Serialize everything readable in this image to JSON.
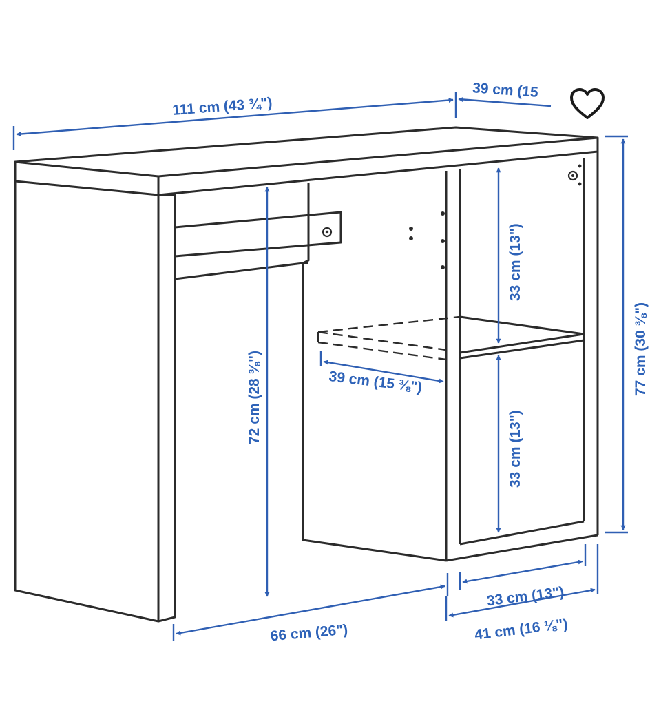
{
  "dimensions": {
    "width_total": "111 cm (43 ¾\")",
    "depth_top": "39 cm (15",
    "height_total": "77 cm (30 ⅜\")",
    "knee_height": "72 cm (28 ⅜\")",
    "shelf_upper": "33 cm (13\")",
    "shelf_lower": "33 cm (13\")",
    "shelf_depth": "39 cm (15 ⅜\")",
    "knee_width": "66 cm (26\")",
    "inner_width": "33 cm (13\")",
    "outer_width": "41 cm (16 ⅛\")"
  },
  "favorite": {
    "icon": "heart-icon"
  },
  "colors": {
    "dimension": "#2f5fb3",
    "outline": "#2b2b2b"
  }
}
